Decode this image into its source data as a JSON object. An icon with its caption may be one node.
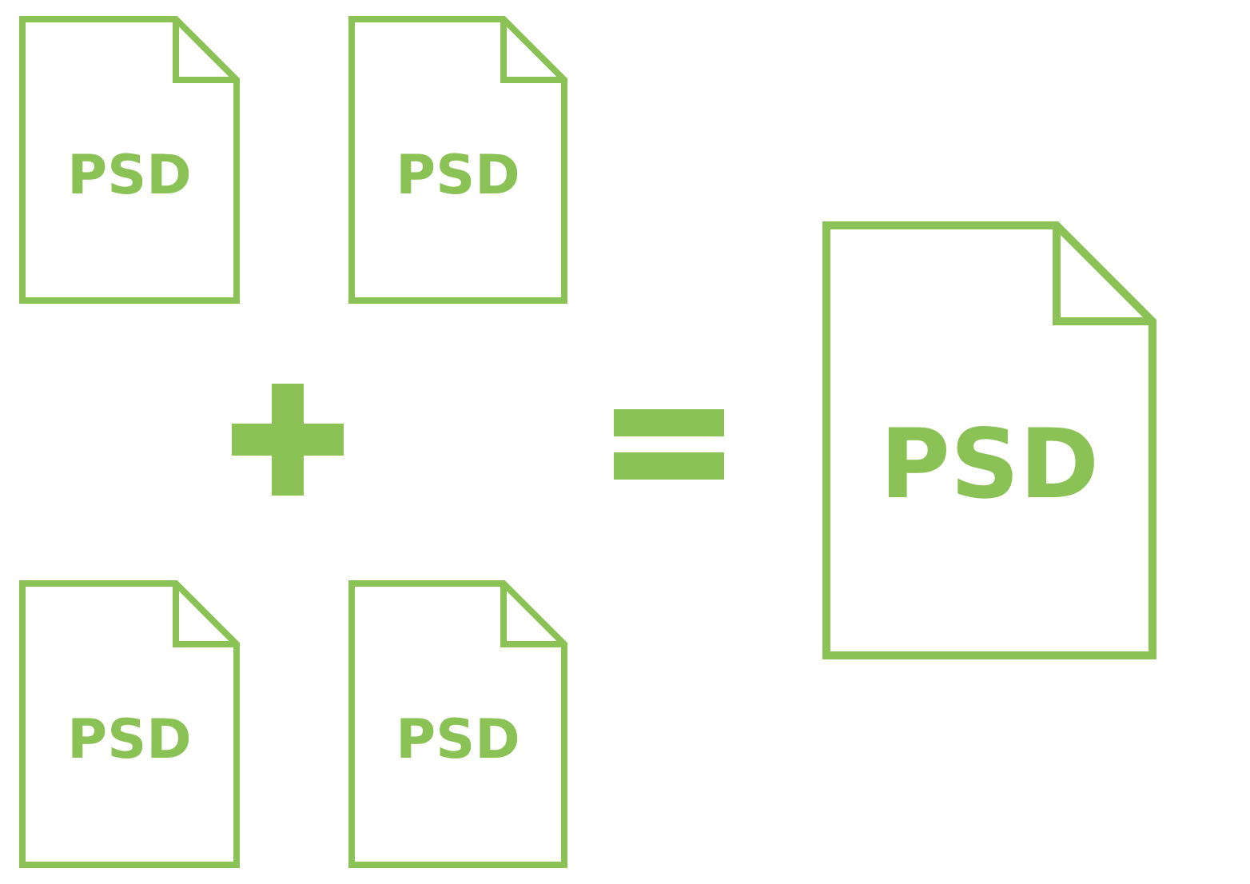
{
  "diagram": {
    "nodes": [
      {
        "text": [
          "PSD"
        ]
      },
      {
        "text": [
          "PSD"
        ]
      },
      {
        "text": [
          "PSD"
        ]
      },
      {
        "text": [
          "PSD"
        ]
      },
      {
        "text": [
          "PSD"
        ]
      }
    ],
    "edges": []
  }
}
